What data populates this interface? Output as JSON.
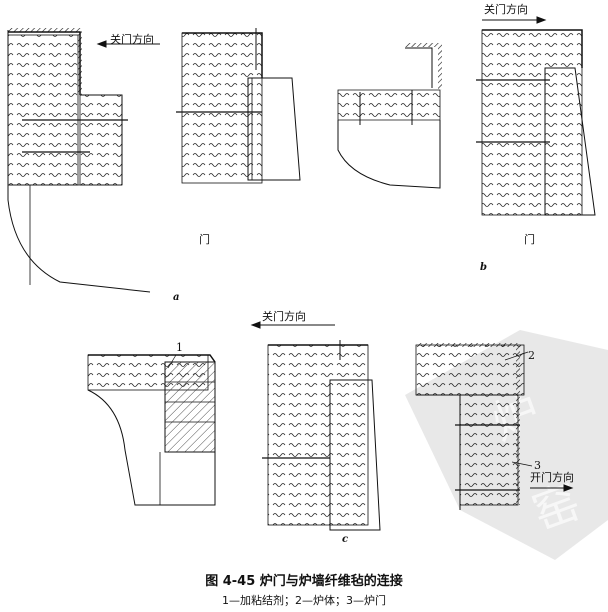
{
  "figure": {
    "top_left_direction": "关门方向",
    "top_right_direction": "关门方向",
    "middle_direction": "关门方向",
    "open_direction": "开门方向",
    "door_label_a": "门",
    "door_label_b": "门",
    "sub_a": "a",
    "sub_b": "b",
    "sub_c": "c",
    "num_1": "1",
    "num_2": "2",
    "num_3": "3"
  },
  "caption": {
    "title": "图 4-45    炉门与炉墙纤维毡的连接",
    "legend": "1—加粘结剂；2—炉体；3—炉门"
  },
  "watermark": {
    "color": "#d8d8d8"
  }
}
